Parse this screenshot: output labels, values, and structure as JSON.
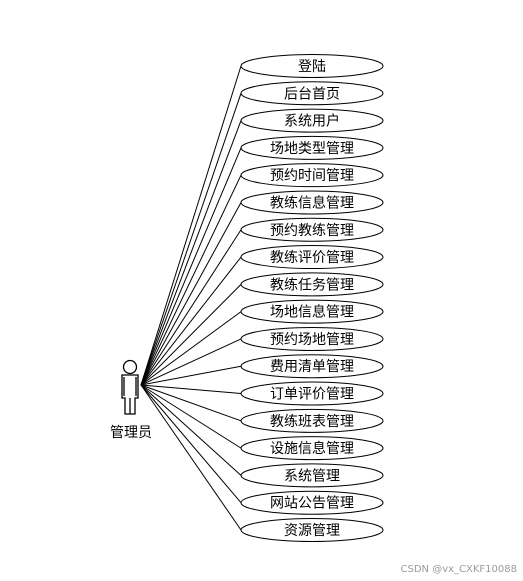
{
  "diagram": {
    "type": "use-case",
    "actor": {
      "name": "管理员",
      "icon": "actor-stick-figure-icon"
    },
    "use_cases": [
      "登陆",
      "后台首页",
      "系统用户",
      "场地类型管理",
      "预约时间管理",
      "教练信息管理",
      "预约教练管理",
      "教练评价管理",
      "教练任务管理",
      "场地信息管理",
      "预约场地管理",
      "费用清单管理",
      "订单评价管理",
      "教练班表管理",
      "设施信息管理",
      "系统管理",
      "网站公告管理",
      "资源管理"
    ]
  },
  "watermark": "CSDN @vx_CXKF10088"
}
